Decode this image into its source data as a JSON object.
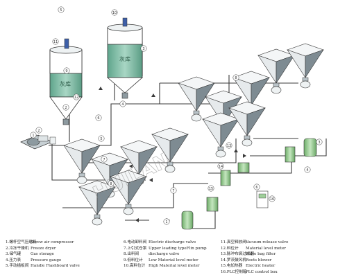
{
  "silos": [
    {
      "label": "灰库"
    },
    {
      "label": "灰库"
    }
  ],
  "watermark": "HUILAN",
  "callout_numbers": [
    "1",
    "2",
    "3",
    "4",
    "5",
    "6",
    "7",
    "8",
    "9",
    "10",
    "11",
    "12",
    "13",
    "14",
    "15",
    "16"
  ],
  "legend": [
    {
      "num": "1.",
      "zh": "螺杆空气压缩机",
      "en": "Screw air compressor"
    },
    {
      "num": "2.",
      "zh": "冷冻干燥机",
      "en": "Freeze dryer"
    },
    {
      "num": "3.",
      "zh": "储气罐",
      "en": "Gas storage"
    },
    {
      "num": "4.",
      "zh": "压力表",
      "en": "Pressure gauge"
    },
    {
      "num": "5.",
      "zh": "手动插板阀",
      "en": "Handle Flashboard valve"
    },
    {
      "num": "6.",
      "zh": "电动卸料阀",
      "en": "Electric discharge valve"
    },
    {
      "num": "7.",
      "zh": "上引式仓泵",
      "en": "Upper leading typeFlin pump"
    },
    {
      "num": "8.",
      "zh": "出料阀",
      "en": "discharge valve"
    },
    {
      "num": "9.",
      "zh": "低料位计",
      "en": "Low Material level meter"
    },
    {
      "num": "10.",
      "zh": "高料位计",
      "en": "High Material level meter"
    },
    {
      "num": "11.",
      "zh": "真空释放阀",
      "en": "Vacuum release valve"
    },
    {
      "num": "12.",
      "zh": "料位计",
      "en": "Material level meter"
    },
    {
      "num": "13.",
      "zh": "脉冲布袋过滤器",
      "en": "Pulse bag filter"
    },
    {
      "num": "14.",
      "zh": "罗茨鼓风机",
      "en": "Roots blower"
    },
    {
      "num": "15.",
      "zh": "电加热器",
      "en": "Electric heater"
    },
    {
      "num": "16.",
      "zh": "PLC控制箱",
      "en": "PLC control box"
    }
  ],
  "colors": {
    "line": "#3a3a3a",
    "silo_fill": "#7fb8a4",
    "hopper_dark": "#8d9aa0",
    "hopper_light": "#e8ecee",
    "equipment_green": "#9fcf9a",
    "blue_accent": "#3d5fa8"
  }
}
